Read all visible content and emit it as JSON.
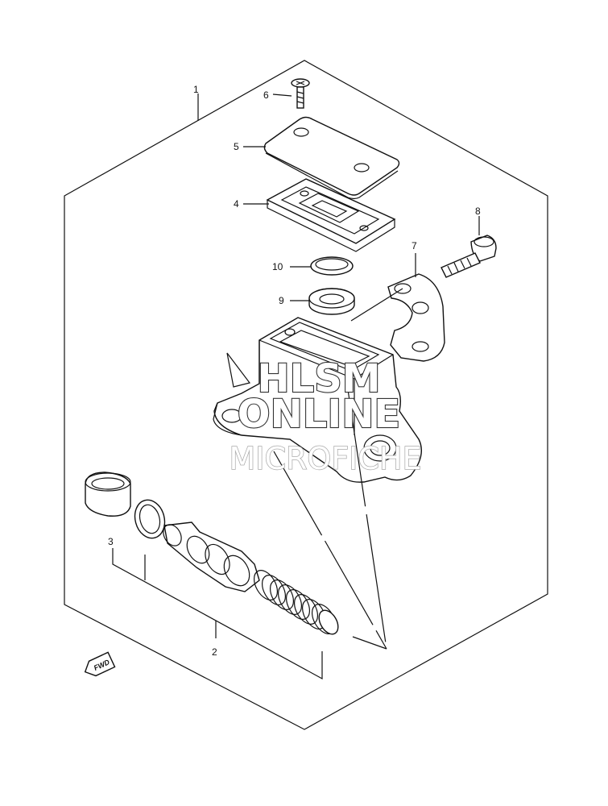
{
  "callouts": {
    "c1": "1",
    "c2": "2",
    "c3": "3",
    "c4": "4",
    "c5": "5",
    "c6": "6",
    "c7": "7",
    "c8": "8",
    "c9": "9",
    "c10": "10"
  },
  "watermark": {
    "line1": "HLSM",
    "line2": "ONLINE",
    "line3": "MICROFICHE"
  },
  "direction_badge": "FWD",
  "colors": {
    "line": "#111111",
    "background": "#ffffff"
  }
}
